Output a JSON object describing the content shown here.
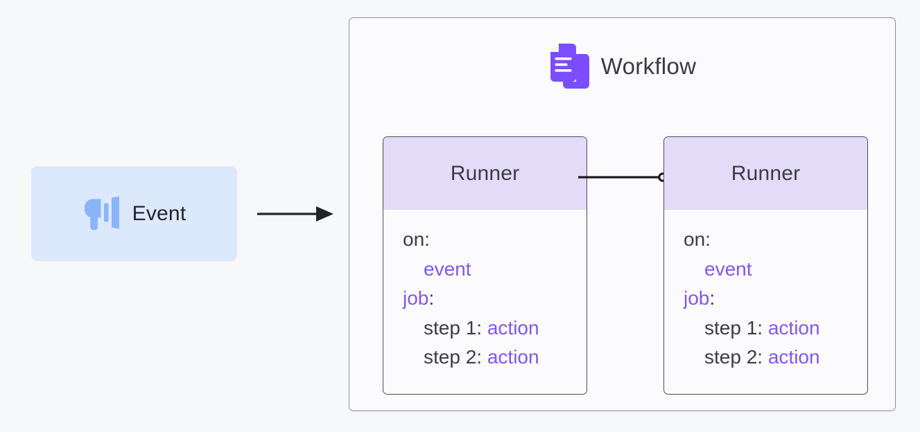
{
  "page": {
    "background_color": "#f7f8fa"
  },
  "event_node": {
    "label": "Event",
    "icon": "megaphone-icon",
    "background_color": "#dce8fb",
    "icon_color": "#8ab4f8",
    "text_color": "#24242c"
  },
  "arrow": {
    "name": "event-to-workflow-arrow",
    "color": "#22222a"
  },
  "workflow": {
    "label": "Workflow",
    "icon": "documents-icon",
    "icon_color": "#7c4dff",
    "border_color": "#8d8d99",
    "text_color": "#3a3a45"
  },
  "connector": {
    "name": "runner-to-runner-connector",
    "color": "#1d1d24",
    "endpoint": "hollow-circle"
  },
  "runners": [
    {
      "title": "Runner",
      "header_color": "#e2dcf8",
      "border_color": "#4b4b58",
      "lines": [
        {
          "key": "on",
          "sep": ":",
          "value": ""
        },
        {
          "key": "",
          "sep": "",
          "value": "event"
        },
        {
          "key": "job",
          "sep": ":",
          "value": ""
        },
        {
          "key": "step 1",
          "sep": ":",
          "value": "action"
        },
        {
          "key": "step 2",
          "sep": ":",
          "value": "action"
        }
      ],
      "text": {
        "on": "on:",
        "event": "event",
        "job": "job",
        "job_colon": ":",
        "step1": "step 1:",
        "step1_action": "action",
        "step2": "step 2:",
        "step2_action": "action"
      }
    },
    {
      "title": "Runner",
      "header_color": "#e2dcf8",
      "border_color": "#4b4b58",
      "lines": [
        {
          "key": "on",
          "sep": ":",
          "value": ""
        },
        {
          "key": "",
          "sep": "",
          "value": "event"
        },
        {
          "key": "job",
          "sep": ":",
          "value": ""
        },
        {
          "key": "step 1",
          "sep": ":",
          "value": "action"
        },
        {
          "key": "step 2",
          "sep": ":",
          "value": "action"
        }
      ],
      "text": {
        "on": "on:",
        "event": "event",
        "job": "job",
        "job_colon": ":",
        "step1": "step 1:",
        "step1_action": "action",
        "step2": "step 2:",
        "step2_action": "action"
      }
    }
  ],
  "colors": {
    "accent_purple": "#8257ee",
    "icon_purple": "#7c4dff",
    "icon_blue": "#8ab4f8",
    "lavender": "#e2dcf8",
    "event_blue": "#dce8fb"
  }
}
